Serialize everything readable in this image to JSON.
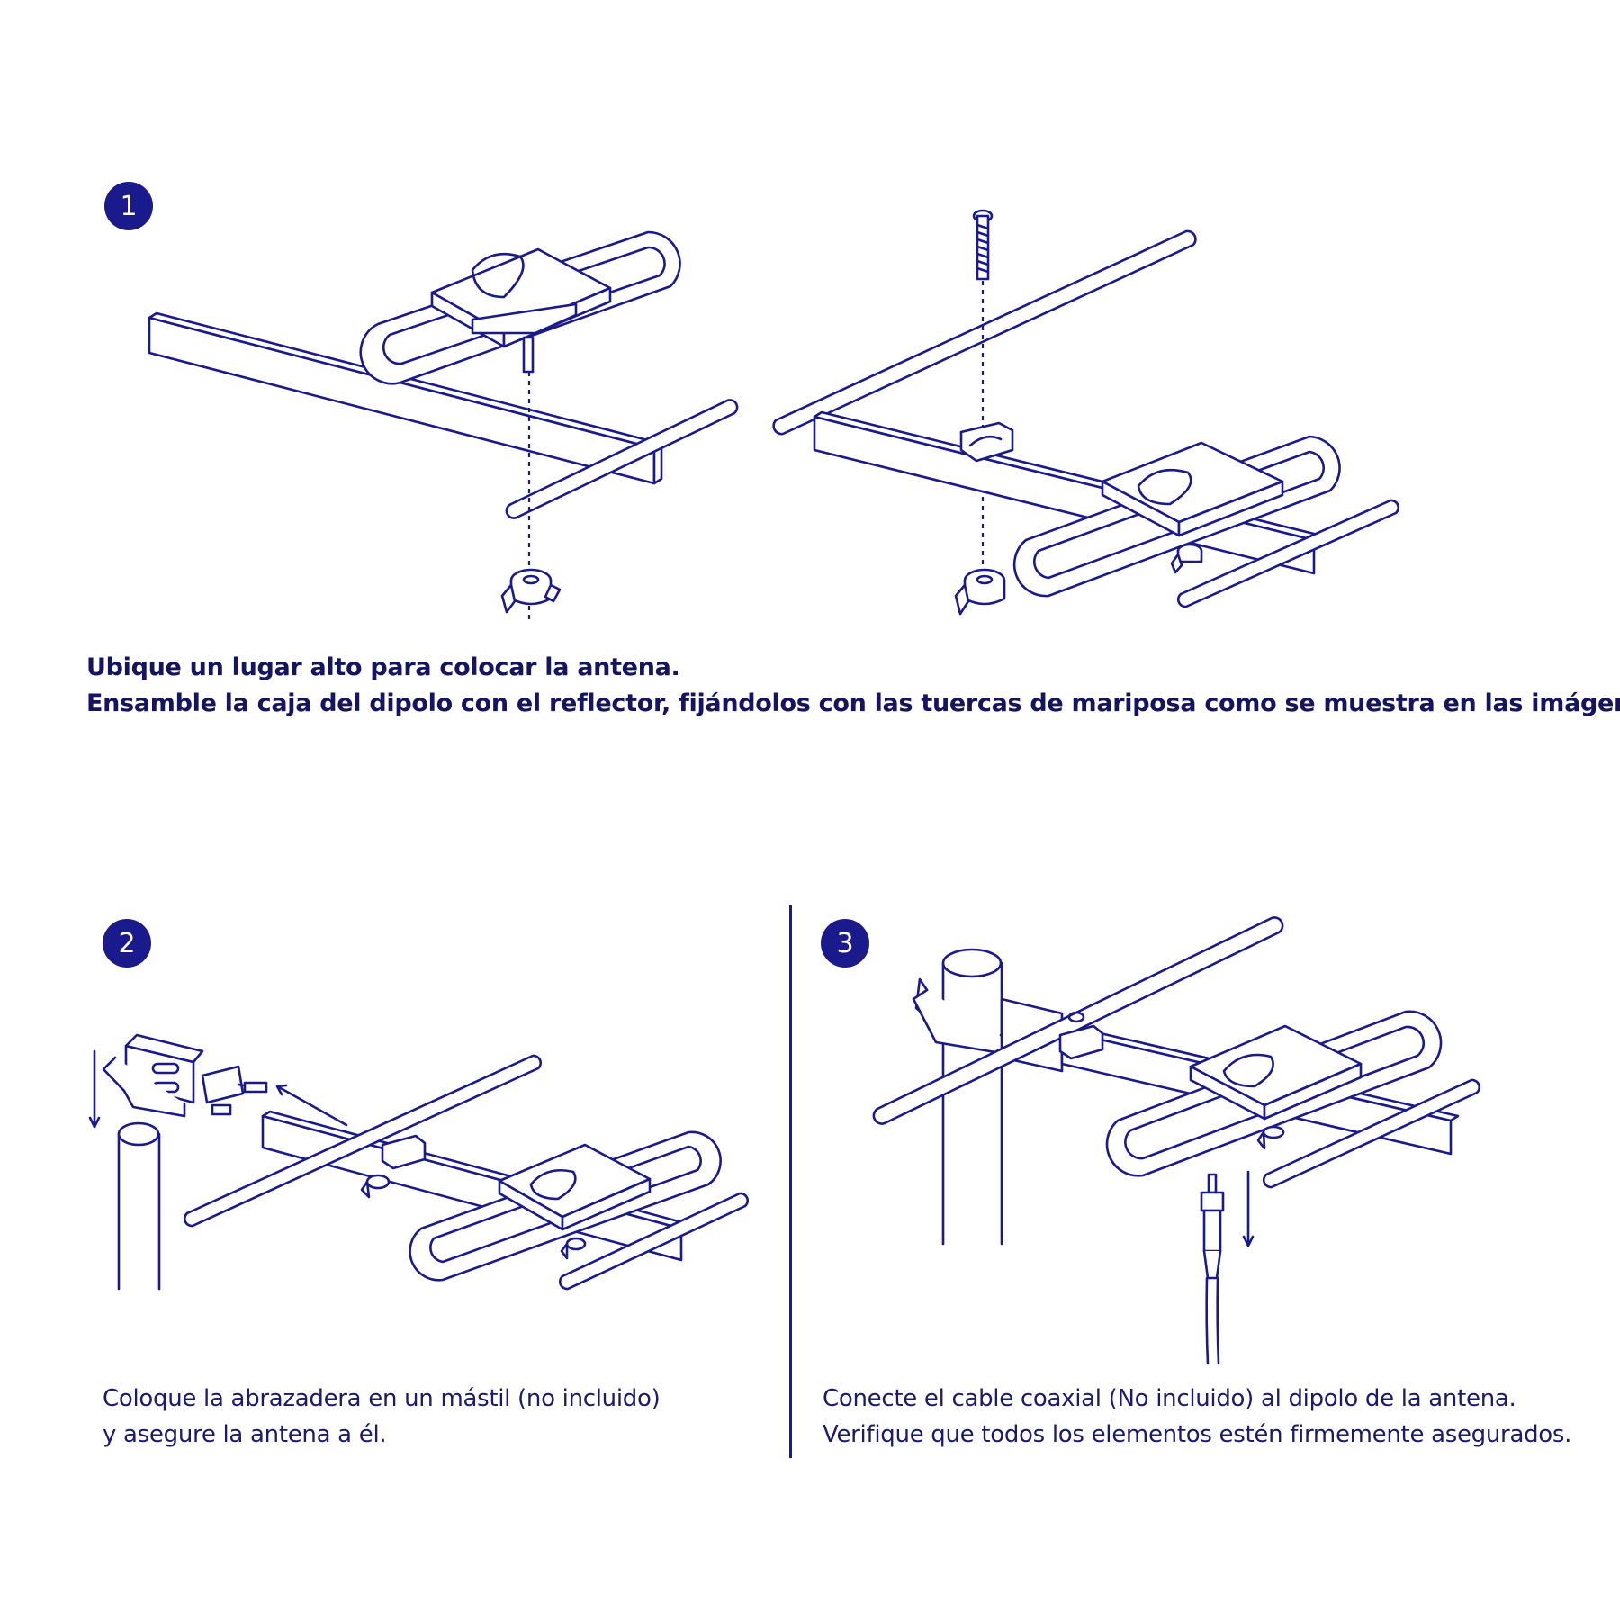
{
  "steps": [
    {
      "number": "1",
      "lines": [
        "Ubique un lugar alto para colocar la antena.",
        "Ensamble la caja del dipolo con el reflector, fijándolos con las tuercas de mariposa como se muestra en las imágenes."
      ]
    },
    {
      "number": "2",
      "lines": [
        "Coloque la abrazadera en un mástil (no incluido)",
        "y asegure la antena a él."
      ]
    },
    {
      "number": "3",
      "lines": [
        "Conecte el cable coaxial (No incluido) al dipolo de la antena.",
        "Verifique que todos los elementos estén firmemente asegurados."
      ]
    }
  ],
  "colors": {
    "accent": "#1a1a8c",
    "background": "#ffffff"
  },
  "icons": [
    "wing-nut-icon",
    "bolt-icon",
    "dipole-box-icon",
    "mast-clamp-icon",
    "coaxial-connector-icon",
    "arrow-icon"
  ]
}
